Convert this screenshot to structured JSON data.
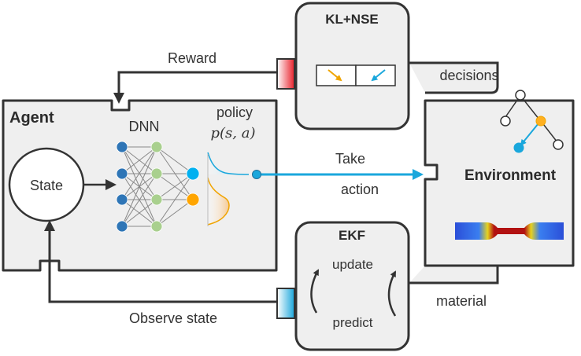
{
  "boxes": {
    "agent": "Agent",
    "kl_nse": "KL+NSE",
    "ekf": "EKF",
    "environment": "Environment"
  },
  "agent": {
    "state": "State",
    "dnn": "DNN",
    "policy": "policy",
    "policy_formula": "p(s, a)"
  },
  "arrows": {
    "reward": "Reward",
    "take": "Take",
    "action": "action",
    "decisions": "decisions",
    "material": "material",
    "observe_state": "Observe state"
  },
  "ekf_cycle": {
    "update": "update",
    "predict": "predict"
  },
  "colors": {
    "box_fill": "#efefef",
    "box_stroke": "#333333",
    "node_input": "#2e75b6",
    "node_hidden": "#a9d08e",
    "node_out_blue": "#00b0f0",
    "node_out_orange": "#ffa500",
    "action_arrow": "#1aa7dc",
    "reward_port": "#e8202a"
  }
}
